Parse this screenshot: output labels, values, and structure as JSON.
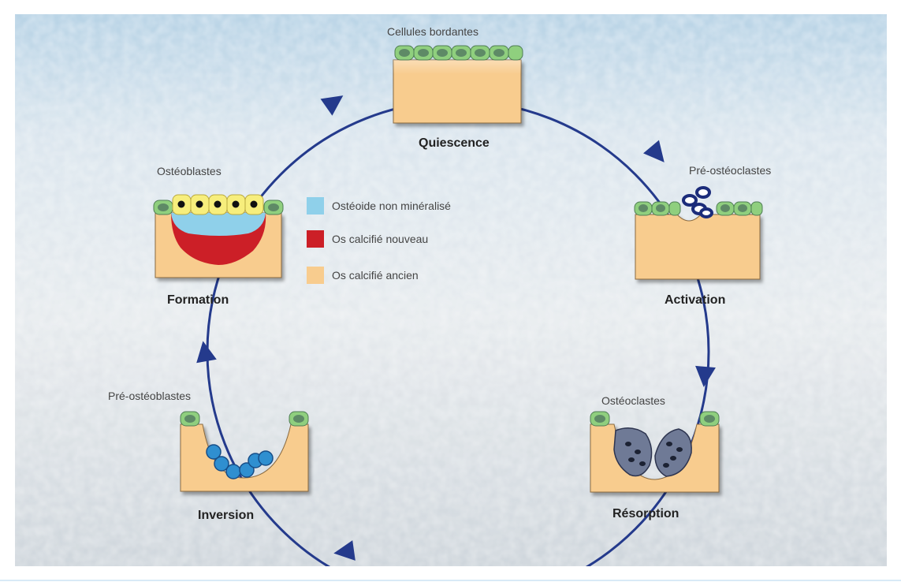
{
  "diagram": {
    "stages": {
      "quiescence": {
        "title": "Quiescence",
        "cell_label": "Cellules bordantes"
      },
      "activation": {
        "title": "Activation",
        "cell_label": "Pré-ostéoclastes"
      },
      "resorption": {
        "title": "Résorption",
        "cell_label": "Ostéoclastes"
      },
      "inversion": {
        "title": "Inversion",
        "cell_label": "Pré-ostéoblastes"
      },
      "formation": {
        "title": "Formation",
        "cell_label": "Ostéoblastes"
      }
    },
    "legend": [
      {
        "label": "Ostéoide non minéralisé",
        "color": "#8fd0ea"
      },
      {
        "label": "Os calcifié nouveau",
        "color": "#cc1f27"
      },
      {
        "label": "Os calcifié ancien",
        "color": "#f8cc8e"
      }
    ],
    "colors": {
      "cycle_arrow": "#243a8c",
      "lining_cell": "#8fcf7e",
      "lining_nucleus": "#5e8a66",
      "old_bone": "#f8cc8e",
      "osteoblast": "#f7ee7c",
      "preosteoblast": "#2f8fd0",
      "osteoclast": "#6f7a96"
    }
  }
}
